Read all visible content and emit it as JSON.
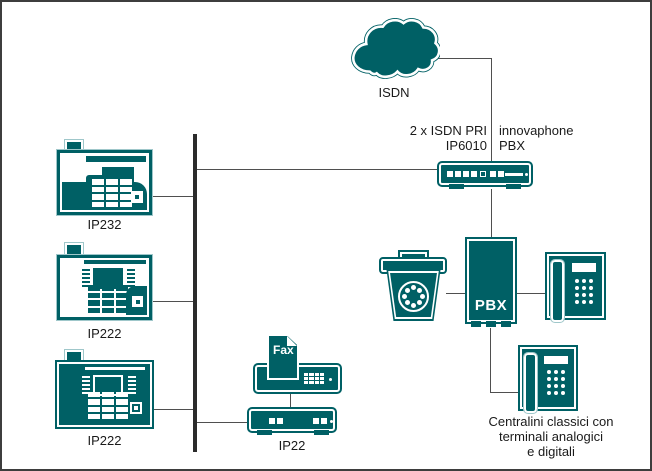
{
  "cloud": {
    "label": "ISDN"
  },
  "gateway": {
    "caption_line1": "2 x ISDN PRI",
    "caption_line2": "IP6010",
    "name_line1": "innovaphone",
    "name_line2": "PBX"
  },
  "phones": [
    {
      "label": "IP232"
    },
    {
      "label": "IP222"
    },
    {
      "label": "IP222"
    }
  ],
  "fax": {
    "doc_label": "Fax",
    "unit_label": "IP22"
  },
  "pbx": {
    "label": "PBX"
  },
  "caption": {
    "line1": "Centralini classici con",
    "line2": "terminali analogici",
    "line3": "e digitali"
  },
  "colors": {
    "teal": "#006065",
    "pale_outline": "#9fc7ca",
    "connector_line": "#4f4f4f",
    "bus_line": "#2b2b2b",
    "text": "#1a1a1a",
    "background": "#ffffff"
  },
  "icons": [
    "isdn-cloud-icon",
    "ip6010-gateway-icon",
    "ip232-phone-icon",
    "ip222-phone-icon",
    "fax-document-icon",
    "fax-machine-icon",
    "ip22-gateway-icon",
    "rotary-phone-icon",
    "pbx-cabinet-icon",
    "desk-phone-icon"
  ]
}
